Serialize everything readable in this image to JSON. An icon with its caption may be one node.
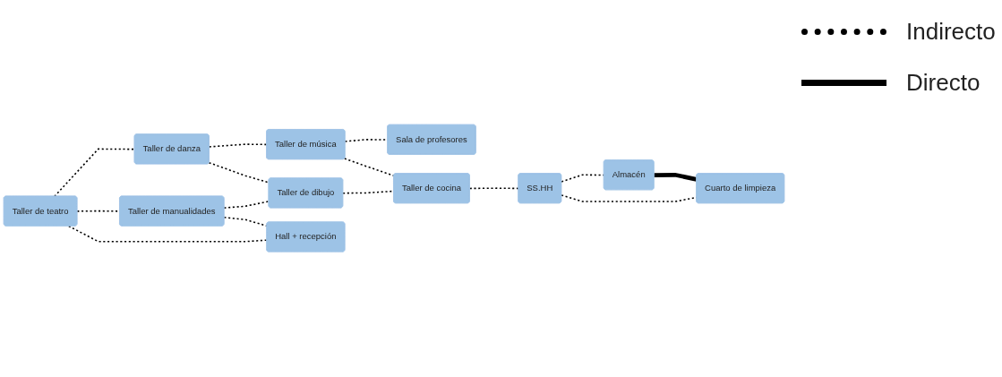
{
  "diagram": {
    "nodes": [
      {
        "text": [
          "Taller de teatro"
        ]
      },
      {
        "text": [
          "Taller de manualidades"
        ]
      },
      {
        "text": [
          "Taller de danza"
        ]
      },
      {
        "text": [
          "Taller de dibujo"
        ]
      },
      {
        "text": [
          "Taller de música"
        ]
      },
      {
        "text": [
          "Taller de cocina"
        ]
      },
      {
        "text": [
          "Sala de profesores"
        ]
      },
      {
        "text": [
          "SS.HH"
        ]
      },
      {
        "text": [
          "Almacén"
        ]
      },
      {
        "text": [
          "Hall + recepción"
        ]
      },
      {
        "text": [
          "Cuarto de limpieza"
        ]
      }
    ],
    "edges": [
      {
        "from": 0,
        "to": 2,
        "arrow": "none",
        "style": "dashed"
      },
      {
        "from": 2,
        "to": 4,
        "arrow": "none",
        "style": "dashed"
      },
      {
        "from": 4,
        "to": 6,
        "arrow": "none",
        "style": "dashed"
      },
      {
        "from": 1,
        "to": 3,
        "arrow": "none",
        "style": "dashed"
      },
      {
        "from": 3,
        "to": 5,
        "arrow": "none",
        "style": "dashed"
      },
      {
        "from": 5,
        "to": 7,
        "arrow": "none",
        "style": "dashed"
      },
      {
        "from": 0,
        "to": 1,
        "arrow": "none",
        "style": "dashed"
      },
      {
        "from": 2,
        "to": 3,
        "arrow": "none",
        "style": "dashed"
      },
      {
        "from": 4,
        "to": 5,
        "arrow": "none",
        "style": "dashed"
      },
      {
        "from": 0,
        "to": 9,
        "arrow": "none",
        "style": "dashed"
      },
      {
        "from": 1,
        "to": 9,
        "arrow": "none",
        "style": "dashed"
      },
      {
        "from": 7,
        "to": 8,
        "arrow": "none",
        "style": "dashed"
      },
      {
        "from": 7,
        "to": 10,
        "arrow": "none",
        "style": "dashed"
      },
      {
        "from": 8,
        "to": 10,
        "arrow": "none",
        "style": "thick"
      }
    ],
    "legend": [
      {
        "text": "Indirecto"
      },
      {
        "text": "Directo"
      }
    ]
  }
}
